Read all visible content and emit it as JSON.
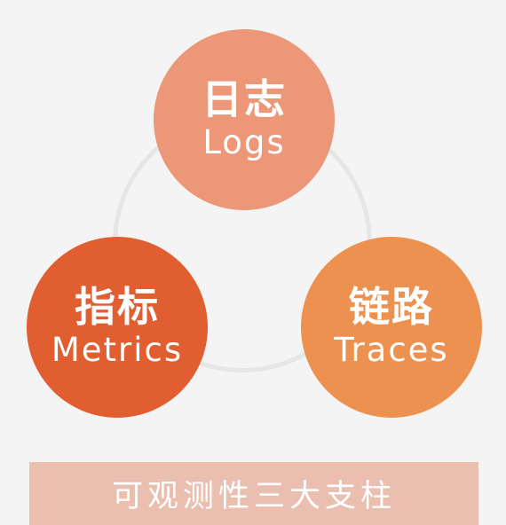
{
  "colors": {
    "logs": "#ec9878",
    "metrics": "#e05e30",
    "traces": "#ec9150",
    "caption_bg": "#ebbfb0",
    "ring": "#e6e6e6"
  },
  "pillars": {
    "logs": {
      "zh": "日志",
      "en": "Logs"
    },
    "metrics": {
      "zh": "指标",
      "en": "Metrics"
    },
    "traces": {
      "zh": "链路",
      "en": "Traces"
    }
  },
  "caption": "可观测性三大支柱"
}
